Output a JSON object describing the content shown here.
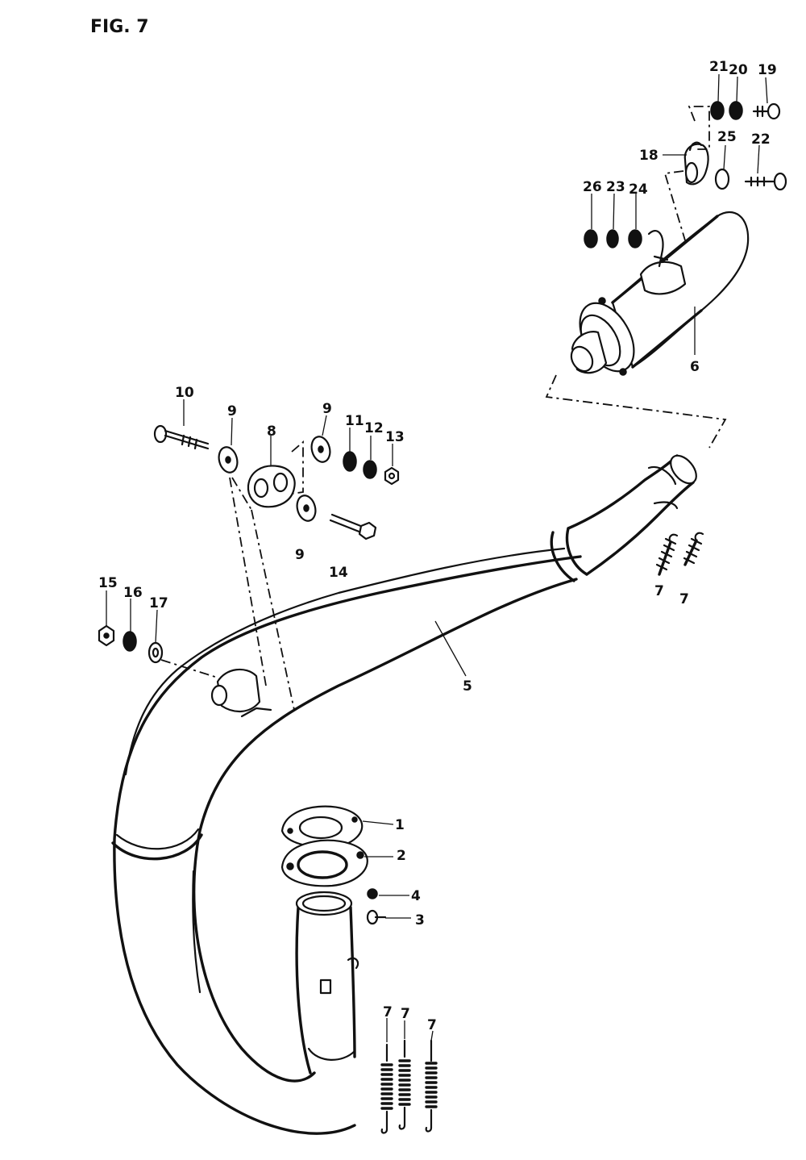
{
  "figure": {
    "title": "FIG. 7"
  },
  "callouts": {
    "p1": "1",
    "p2": "2",
    "p3": "3",
    "p4": "4",
    "p5": "5",
    "p6": "6",
    "p7a": "7",
    "p7b": "7",
    "p7c": "7",
    "p7d": "7",
    "p7e": "7",
    "p8": "8",
    "p9a": "9",
    "p9b": "9",
    "p9c": "9",
    "p10": "10",
    "p11": "11",
    "p12": "12",
    "p13": "13",
    "p14": "14",
    "p15": "15",
    "p16": "16",
    "p17": "17",
    "p18": "18",
    "p19": "19",
    "p20": "20",
    "p21": "21",
    "p22": "22",
    "p23": "23",
    "p24": "24",
    "p25": "25",
    "p26": "26"
  }
}
